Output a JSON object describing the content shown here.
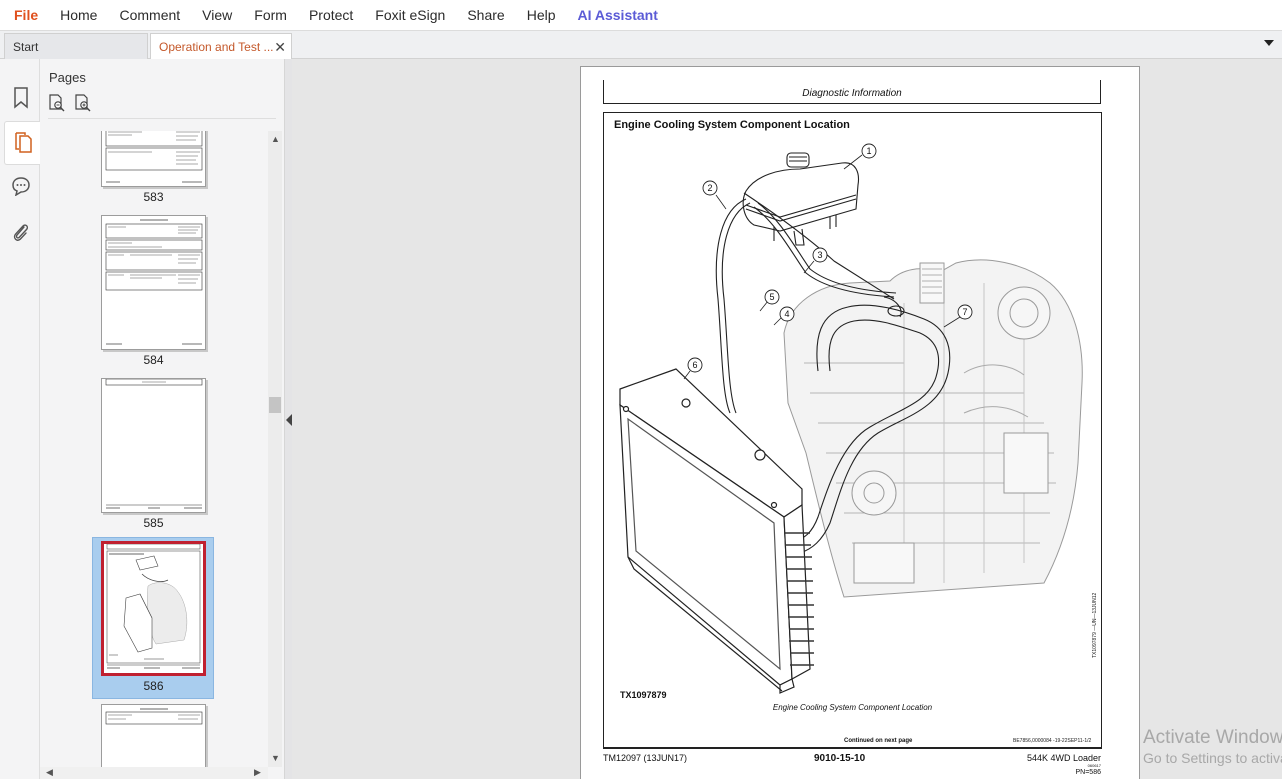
{
  "menu": {
    "items": [
      "File",
      "Home",
      "Comment",
      "View",
      "Form",
      "Protect",
      "Foxit eSign",
      "Share",
      "Help"
    ],
    "ai_label": "AI Assistant"
  },
  "tabs": {
    "start_label": "Start",
    "active_label": "Operation and Test ...",
    "close_glyph": "✕"
  },
  "panel": {
    "title": "Pages",
    "thumbnails": [
      {
        "page": "583"
      },
      {
        "page": "584"
      },
      {
        "page": "585"
      },
      {
        "page": "586",
        "selected": true
      }
    ]
  },
  "document": {
    "header": "Diagnostic Information",
    "figure_title": "Engine Cooling System Component Location",
    "callouts": [
      "1",
      "2",
      "3",
      "4",
      "5",
      "6",
      "7"
    ],
    "figure_id": "TX1097879",
    "figure_caption": "Engine Cooling System Component Location",
    "vertical_code": "TX1097879 —UN—13JUN12",
    "continued": "Continued on next page",
    "continued_code": "BE7856,0000084 -19-22SEP11-1/2",
    "footer_left": "TM12097 (13JUN17)",
    "footer_mid": "9010-15-10",
    "footer_right": "544K 4WD Loader",
    "footer_tiny": "060617",
    "footer_pn": "PN=586"
  },
  "watermark": {
    "line1": "Activate Windows",
    "line2": "Go to Settings to activate Windows."
  },
  "colors": {
    "accent_orange": "#e0501d",
    "ai_purple": "#5b5bd6",
    "selection_blue": "#a9cdee",
    "thumb_highlight": "#c02030"
  }
}
